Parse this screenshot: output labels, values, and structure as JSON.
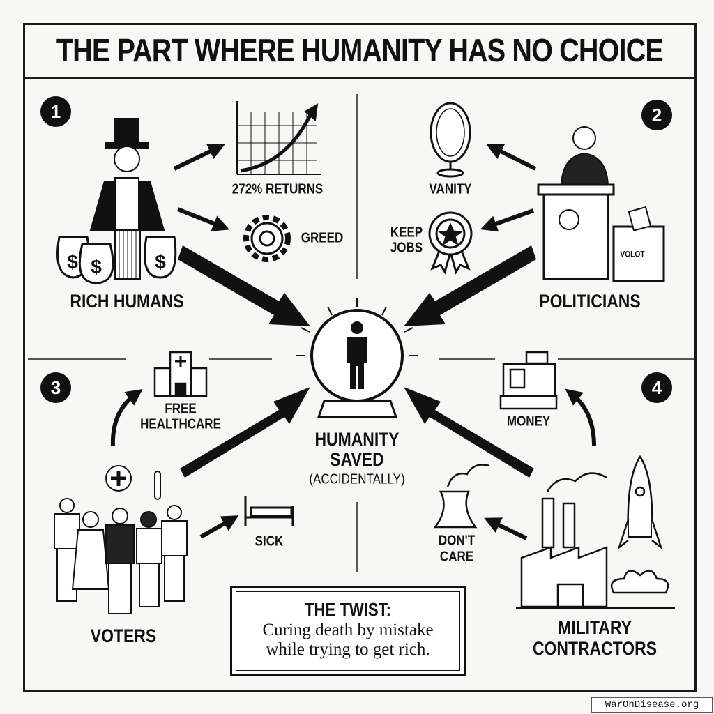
{
  "title": "THE PART WHERE HUMANITY HAS NO CHOICE",
  "center": {
    "line1": "HUMANITY",
    "line2": "SAVED",
    "line3": "(ACCIDENTALLY)"
  },
  "quadrants": [
    {
      "number": "1",
      "actor": "RICH HUMANS",
      "motives": [
        "272% RETURNS",
        "GREED"
      ]
    },
    {
      "number": "2",
      "actor": "POLITICIANS",
      "motives": [
        "VANITY",
        "KEEP",
        "JOBS"
      ],
      "ballot_label": "VOLOT"
    },
    {
      "number": "3",
      "actor": "VOTERS",
      "motives": [
        "FREE",
        "HEALTHCARE",
        "SICK"
      ]
    },
    {
      "number": "4",
      "actor_line1": "MILITARY",
      "actor_line2": "CONTRACTORS",
      "motives": [
        "MONEY",
        "DON'T",
        "CARE"
      ]
    }
  ],
  "twist": {
    "heading": "THE TWIST:",
    "line1": "Curing death by mistake",
    "line2": "while trying to get rich."
  },
  "footer": "WarOnDisease.org"
}
